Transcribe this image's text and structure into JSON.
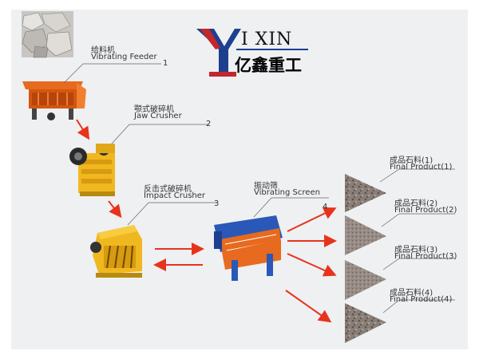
{
  "brand": {
    "name_en": "I XIN",
    "name_cn": "亿鑫重工"
  },
  "steps": [
    {
      "cn": "给料机",
      "en": "Vibrating Feeder",
      "num": "1"
    },
    {
      "cn": "颚式破碎机",
      "en": "Jaw Crusher",
      "num": "2"
    },
    {
      "cn": "反击式破碎机",
      "en": "Impact Crusher",
      "num": "3"
    },
    {
      "cn": "振动筛",
      "en": "Vibrating Screen",
      "num": "4"
    }
  ],
  "products": [
    {
      "cn": "成品石料(1)",
      "en": "Final Product(1)"
    },
    {
      "cn": "成品石料(2)",
      "en": "Final Product(2)"
    },
    {
      "cn": "成品石料(3)",
      "en": "Final Product(3)"
    },
    {
      "cn": "成品石料(4)",
      "en": "Final Product(4)"
    }
  ],
  "colors": {
    "arrow": "#e8331c",
    "machine_orange": "#e86a1e",
    "machine_yellow": "#f0b820",
    "screen_blue": "#2a58b8",
    "logo_blue": "#1d3f8f"
  }
}
